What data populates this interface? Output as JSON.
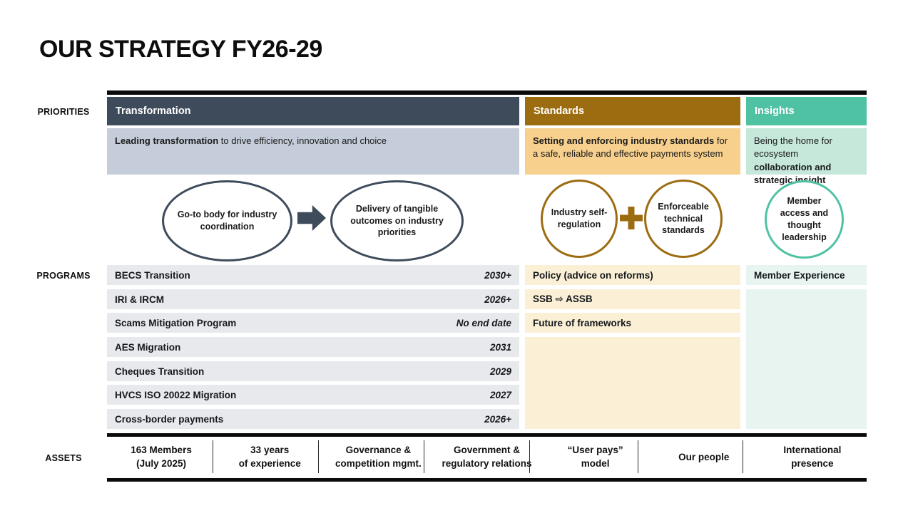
{
  "title": "OUR STRATEGY FY26-29",
  "row_labels": {
    "priorities": "PRIORITIES",
    "programs": "PROGRAMS",
    "assets": "ASSETS"
  },
  "columns": [
    {
      "header": "Transformation",
      "desc_bold": "Leading transformation",
      "desc_rest": " to drive efficiency, innovation and choice",
      "ovals": [
        "Go-to body for industry coordination",
        "Delivery of tangible outcomes on industry priorities"
      ],
      "programs": [
        {
          "name": "BECS Transition",
          "end": "2030+"
        },
        {
          "name": "IRI & IRCM",
          "end": "2026+"
        },
        {
          "name": "Scams Mitigation Program",
          "end": "No end date"
        },
        {
          "name": "AES Migration",
          "end": "2031"
        },
        {
          "name": "Cheques Transition",
          "end": "2029"
        },
        {
          "name": "HVCS ISO 20022 Migration",
          "end": "2027"
        },
        {
          "name": "Cross-border payments",
          "end": "2026+"
        }
      ]
    },
    {
      "header": "Standards",
      "desc_bold": "Setting and enforcing industry standards",
      "desc_rest": " for a safe, reliable and effective payments system",
      "circles": [
        "Industry self-regulation",
        "Enforceable technical standards"
      ],
      "programs": [
        "Policy (advice on reforms)",
        "SSB ⇨ ASSB",
        "Future of frameworks"
      ]
    },
    {
      "header": "Insights",
      "desc_lead": "Being the home for ecosystem ",
      "desc_bold": "collaboration and strategic insight",
      "circle": "Member access and thought leadership",
      "programs": [
        "Member Experience"
      ]
    }
  ],
  "assets": [
    [
      "163 Members",
      "(July 2025)"
    ],
    [
      "33 years",
      "of experience"
    ],
    [
      "Governance &",
      "competition mgmt."
    ],
    [
      "Government &",
      "regulatory relations"
    ],
    [
      "“User pays”",
      "model"
    ],
    [
      "Our people"
    ],
    [
      "International",
      "presence"
    ]
  ],
  "colors": {
    "transformation": "#3e4b5b",
    "transformation_light": "#c4cdd9",
    "transformation_row": "#e7e9ed",
    "standards": "#9c6c10",
    "standards_light": "#f7d08d",
    "standards_row": "#fbf0d6",
    "insights": "#4fc2a4",
    "insights_light": "#c5e8db",
    "insights_row": "#e8f4f0",
    "divider": "#0b0b0b"
  }
}
